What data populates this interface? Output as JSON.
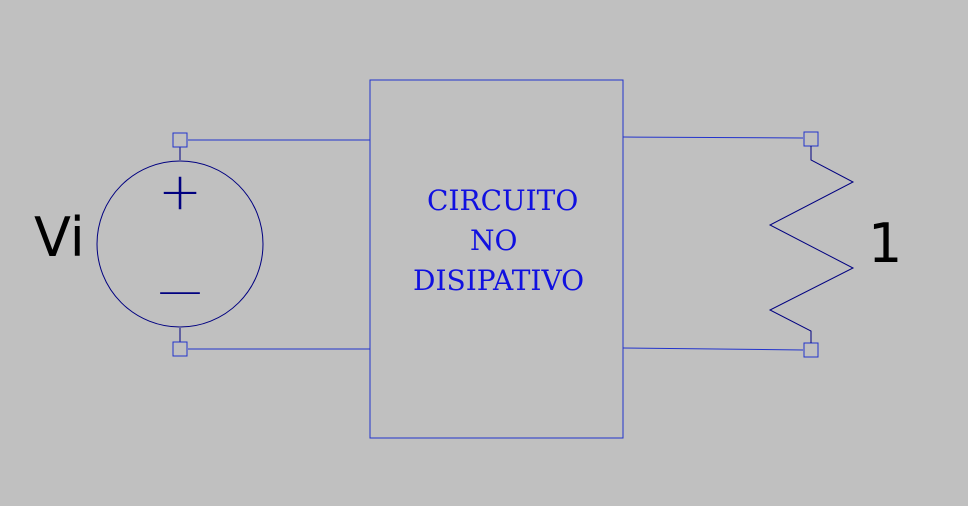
{
  "colors": {
    "background": "#c0c0c0",
    "wire": "#2233cc",
    "block_text": "#1010e0",
    "label_text": "#000000",
    "symbol": "#000080"
  },
  "source": {
    "label": "Vi",
    "plus": "+",
    "minus": "—"
  },
  "block": {
    "line1": "CIRCUITO",
    "line2": "NO",
    "line3": "DISIPATIVO"
  },
  "load": {
    "label": "1"
  }
}
